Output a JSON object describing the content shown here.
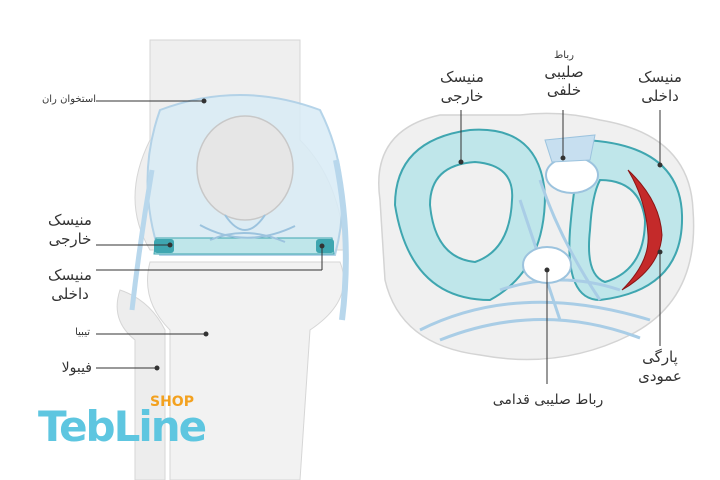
{
  "left_labels": {
    "femur": "استخوان ران",
    "lateral_meniscus_line1": "منیسک",
    "lateral_meniscus_line2": "خارجی",
    "medial_meniscus_line1": "منیسک",
    "medial_meniscus_line2": "داخلی",
    "tibia": "تیبیا",
    "fibula": "فیبولا"
  },
  "right_labels": {
    "lateral_meniscus_line1": "منیسک",
    "lateral_meniscus_line2": "خارجی",
    "pcl_line1": "رباط",
    "pcl_line2": "صلیبی",
    "pcl_line3": "خلفی",
    "medial_meniscus_line1": "منیسک",
    "medial_meniscus_line2": "داخلی",
    "acl": "رباط صلیبی قدامی",
    "tear_line1": "پارگی",
    "tear_line2": "عمودی"
  },
  "logo": {
    "word": "TebLine",
    "shop": "SHOP"
  },
  "colors": {
    "meniscus": "#bfe6ea",
    "meniscus_dark": "#3fa6b0",
    "ligament": "#a9cde6",
    "bone": "#eeeeee",
    "tear": "#c42a2a",
    "logo_blue": "#5ec6e0",
    "logo_orange": "#f3a11f"
  }
}
